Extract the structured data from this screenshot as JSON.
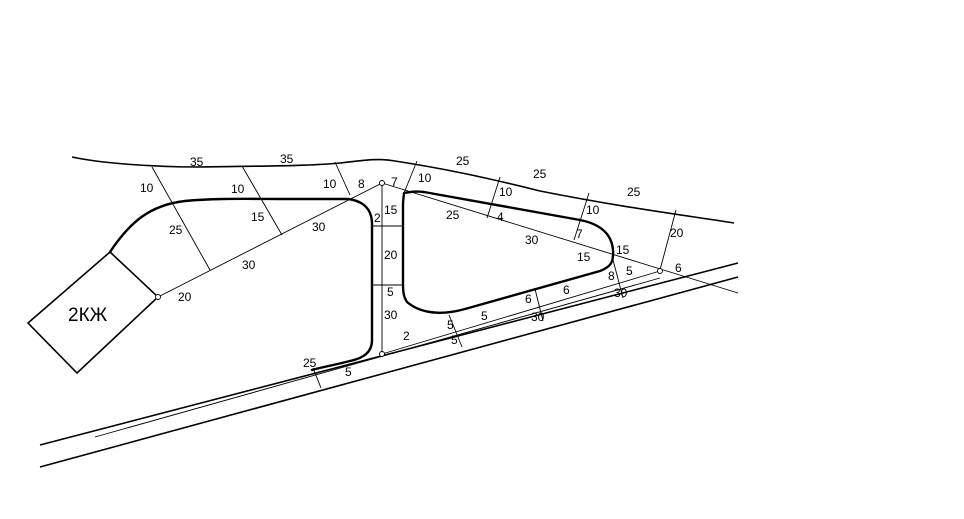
{
  "building": {
    "label": "2КЖ"
  },
  "dimensions": [
    "35",
    "35",
    "25",
    "25",
    "25",
    "10",
    "10",
    "10",
    "8",
    "7",
    "10",
    "10",
    "10",
    "25",
    "25",
    "15",
    "15",
    "30",
    "2",
    "20",
    "4",
    "30",
    "7",
    "20",
    "20",
    "30",
    "6",
    "15",
    "8",
    "15",
    "5",
    "5",
    "30",
    "6",
    "30",
    "6",
    "5",
    "5",
    "30",
    "2",
    "5",
    "25",
    "5"
  ]
}
